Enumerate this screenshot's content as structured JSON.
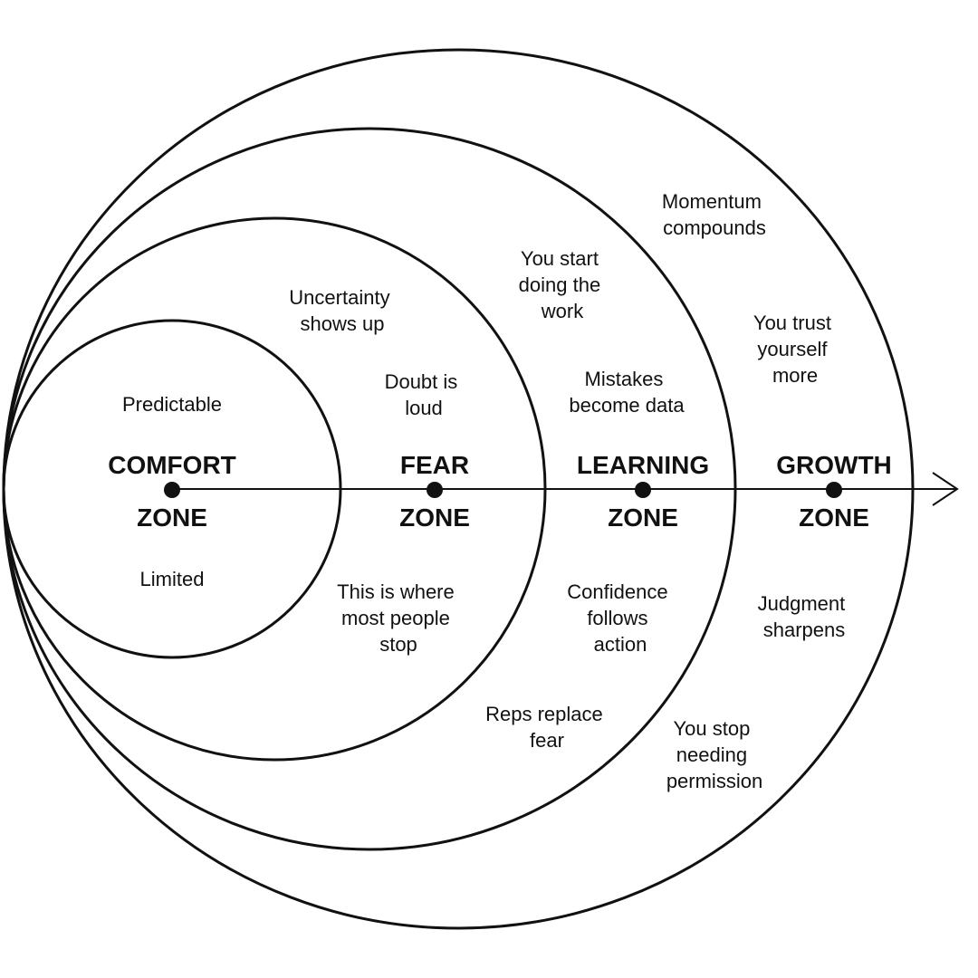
{
  "zones": [
    {
      "id": "comfort",
      "title_top": "COMFORT",
      "title_bottom": "ZONE"
    },
    {
      "id": "fear",
      "title_top": "FEAR",
      "title_bottom": "ZONE"
    },
    {
      "id": "learning",
      "title_top": "LEARNING",
      "title_bottom": "ZONE"
    },
    {
      "id": "growth",
      "title_top": "GROWTH",
      "title_bottom": "ZONE"
    }
  ],
  "notes": {
    "comfort_predictable": [
      "Predictable"
    ],
    "comfort_limited": [
      "Limited"
    ],
    "fear_uncertainty": [
      "Uncertainty",
      "shows up"
    ],
    "fear_doubt": [
      "Doubt is",
      "loud"
    ],
    "fear_stop": [
      "This is where",
      "most people",
      "stop"
    ],
    "learning_work": [
      "You start",
      "doing the",
      "work"
    ],
    "learning_mistakes": [
      "Mistakes",
      "become data"
    ],
    "learning_confidence": [
      "Confidence",
      "follows",
      "action"
    ],
    "learning_reps": [
      "Reps replace",
      "fear"
    ],
    "growth_momentum": [
      "Momentum",
      "compounds"
    ],
    "growth_trust": [
      "You trust",
      "yourself",
      "more"
    ],
    "growth_judgment": [
      "Judgment",
      "sharpens"
    ],
    "growth_permission": [
      "You stop",
      "needing",
      "permission"
    ]
  }
}
